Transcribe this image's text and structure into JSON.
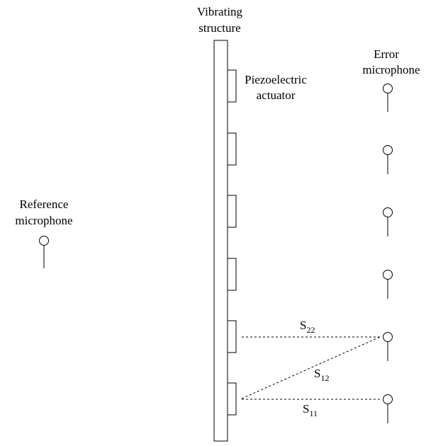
{
  "labels": {
    "structure_line1": "Vibrating",
    "structure_line2": "structure",
    "actuator_line1": "Piezoelectric",
    "actuator_line2": "actuator",
    "error_line1": "Error",
    "error_line2": "microphone",
    "reference_line1": "Reference",
    "reference_line2": "microphone"
  },
  "paths": [
    {
      "base": "S",
      "sub": "22"
    },
    {
      "base": "S",
      "sub": "12"
    },
    {
      "base": "S",
      "sub": "11"
    }
  ]
}
